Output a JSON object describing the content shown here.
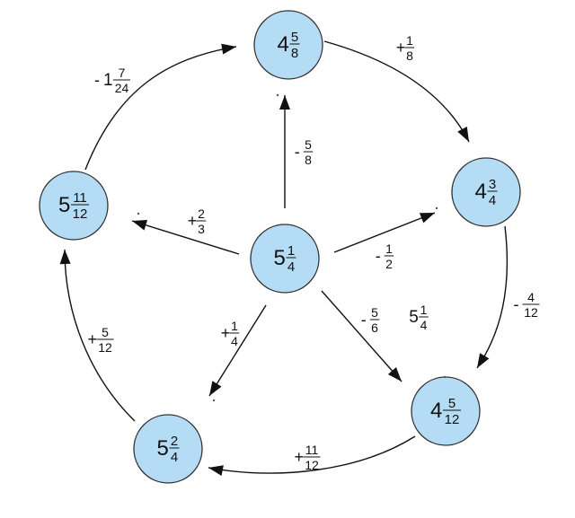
{
  "colors": {
    "node_fill": "#b5dcf5",
    "node_stroke": "#333333",
    "ink": "#111111"
  },
  "nodes": [
    {
      "id": "center",
      "whole": "5",
      "num": "1",
      "den": "4"
    },
    {
      "id": "top",
      "whole": "4",
      "num": "5",
      "den": "8"
    },
    {
      "id": "right",
      "whole": "4",
      "num": "3",
      "den": "4"
    },
    {
      "id": "bottom-right",
      "whole": "4",
      "num": "5",
      "den": "12"
    },
    {
      "id": "bottom-left",
      "whole": "5",
      "num": "2",
      "den": "4"
    },
    {
      "id": "left",
      "whole": "5",
      "num": "11",
      "den": "12"
    }
  ],
  "edges": [
    {
      "from": "center",
      "to": "top",
      "sign": "-",
      "whole": "",
      "num": "5",
      "den": "8"
    },
    {
      "from": "center",
      "to": "right",
      "sign": "-",
      "whole": "",
      "num": "1",
      "den": "2"
    },
    {
      "from": "center",
      "to": "bottom-right",
      "sign": "-",
      "whole": "",
      "num": "5",
      "den": "6"
    },
    {
      "from": "center",
      "to": "bottom-left",
      "sign": "+",
      "whole": "",
      "num": "1",
      "den": "4"
    },
    {
      "from": "center",
      "to": "left",
      "sign": "+",
      "whole": "",
      "num": "2",
      "den": "3"
    },
    {
      "from": "top",
      "to": "right",
      "sign": "+",
      "whole": "",
      "num": "1",
      "den": "8"
    },
    {
      "from": "right",
      "to": "bottom-right",
      "sign": "-",
      "whole": "",
      "num": "4",
      "den": "12"
    },
    {
      "from": "bottom-right",
      "to": "bottom-left",
      "sign": "+",
      "whole": "",
      "num": "11",
      "den": "12"
    },
    {
      "from": "bottom-left",
      "to": "left",
      "sign": "+",
      "whole": "",
      "num": "5",
      "den": "12"
    },
    {
      "from": "left",
      "to": "top",
      "sign": "-",
      "whole": "1",
      "num": "7",
      "den": "24"
    }
  ],
  "extra_label": {
    "whole": "5",
    "num": "1",
    "den": "4"
  }
}
